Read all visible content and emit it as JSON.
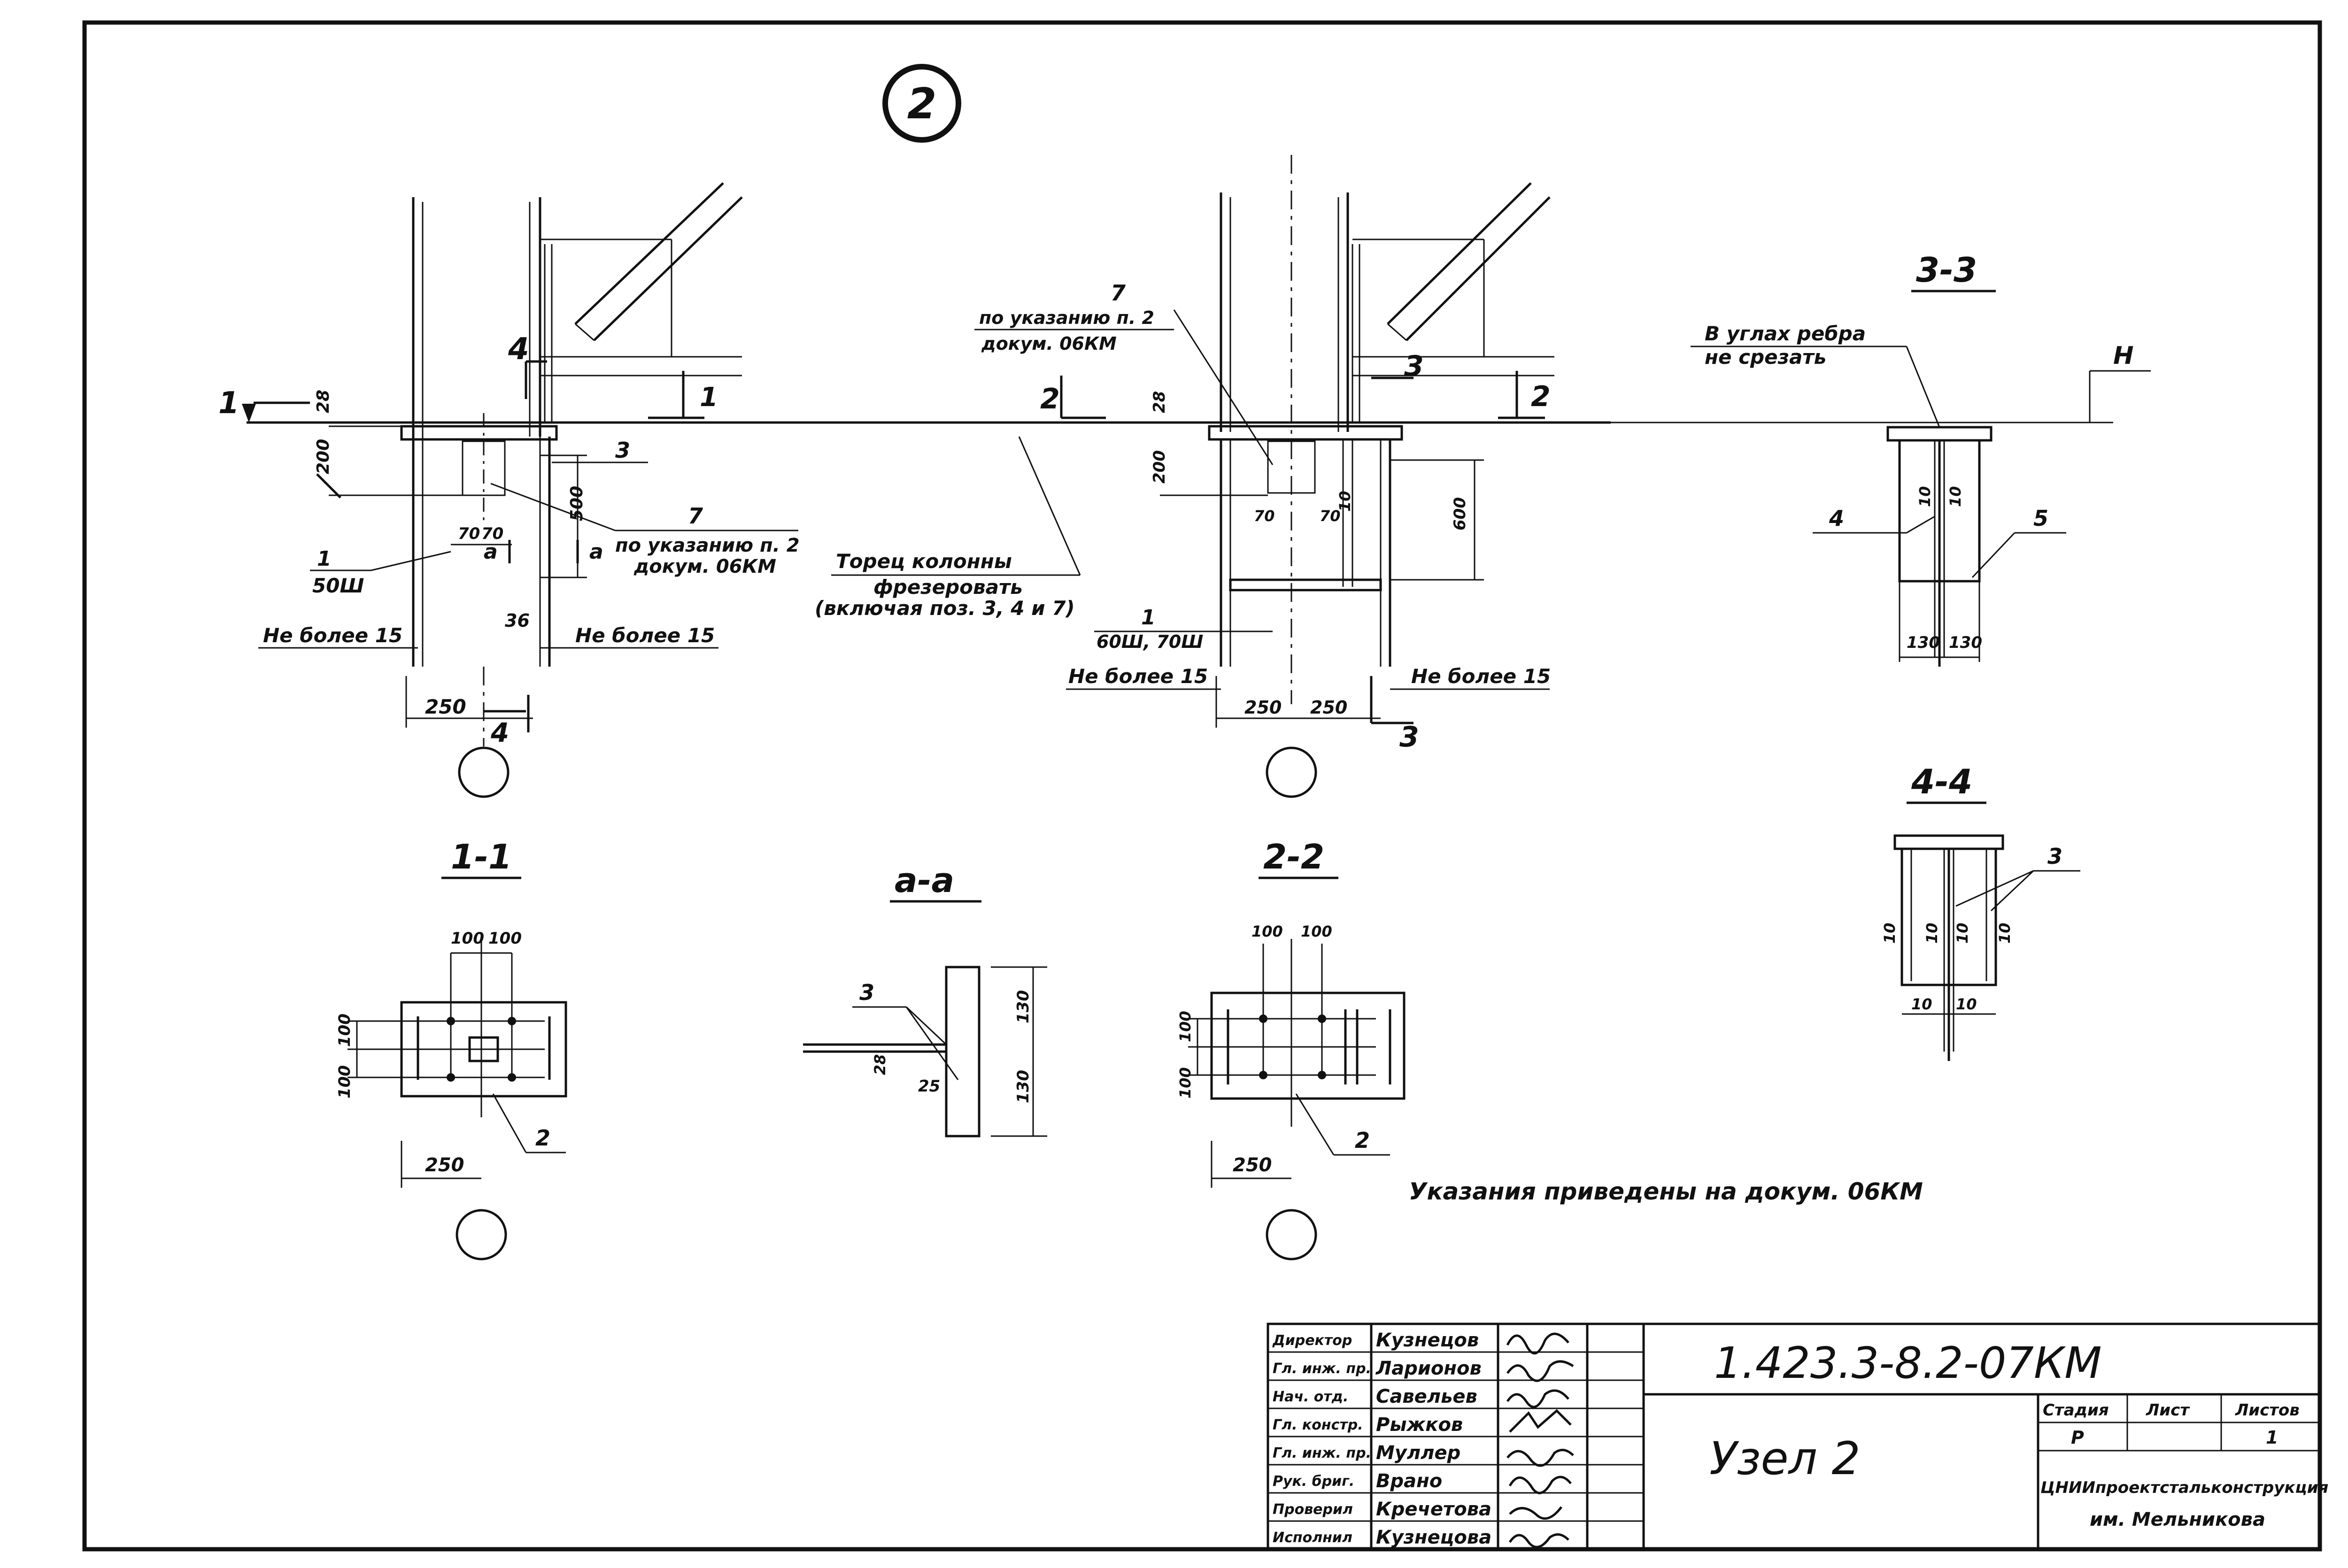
{
  "node_number": "2",
  "views": {
    "left_elevation": {
      "section_mark_1": "1",
      "section_mark_4_top": "4",
      "section_mark_4_bottom": "4",
      "section_mark_a_left": "а",
      "section_mark_a_right": "а",
      "callout_1_top": "1",
      "dim_28": "28",
      "dim_200": "200",
      "dim_500": "500",
      "dim_70a": "70",
      "dim_70b": "70",
      "dim_36": "36",
      "dim_250": "250",
      "pos_3": "3",
      "pos_7": "7",
      "note_7_line1": "по указанию п. 2",
      "note_7_line2": "докум. 06КМ",
      "pos_1": "1",
      "profile": "50Ш",
      "not_more_left": "Не более 15",
      "not_more_right": "Не более 15"
    },
    "center_elevation": {
      "pos_7": "7",
      "note_7_line1": "по указанию п. 2",
      "note_7_line2": "докум. 06КМ",
      "section_mark_2": "2",
      "section_mark_3": "3",
      "section_mark_2_right": "2",
      "section_mark_3_bottom": "3",
      "dim_28": "28",
      "dim_200": "200",
      "dim_70a": "70",
      "dim_70b": "70",
      "dim_10": "10",
      "dim_600": "600",
      "dim_250a": "250",
      "dim_250b": "250",
      "pos_1": "1",
      "profile": "60Ш, 70Ш",
      "not_more_left": "Не более 15",
      "not_more_right": "Не более 15",
      "milling_line1": "Торец колонны",
      "milling_line2": "фрезеровать",
      "milling_line3": "(включая поз. 3, 4 и 7)"
    },
    "section_3_3": {
      "title": "3-3",
      "note_line1": "В углах ребра",
      "note_line2": "не срезать",
      "mark_H": "Н",
      "pos_4": "4",
      "pos_5": "5",
      "dim_10a": "10",
      "dim_10b": "10",
      "dim_130a": "130",
      "dim_130b": "130"
    },
    "section_4_4": {
      "title": "4-4",
      "pos_3": "3",
      "dim_10a": "10",
      "dim_10b": "10",
      "dim_10c": "10",
      "dim_10d": "10",
      "dim_10e": "10",
      "dim_10f": "10"
    },
    "section_1_1": {
      "title": "1-1",
      "dim_100a": "100",
      "dim_100b": "100",
      "dim_100c": "100",
      "dim_100d": "100",
      "dim_250": "250",
      "pos_2": "2"
    },
    "section_a_a": {
      "title": "а-а",
      "pos_3": "3",
      "dim_130a": "130",
      "dim_130b": "130",
      "dim_28": "28",
      "dim_25": "25"
    },
    "section_2_2": {
      "title": "2-2",
      "dim_100a": "100",
      "dim_100b": "100",
      "dim_100c": "100",
      "dim_100d": "100",
      "dim_250": "250",
      "pos_2": "2"
    }
  },
  "note": "Указания приведены на докум. 06КМ",
  "title_block": {
    "roles": [
      "Директор",
      "Гл. инж. пр.",
      "Нач. отд.",
      "Гл. констр.",
      "Гл. инж. пр.",
      "Рук. бриг.",
      "Проверил",
      "Исполнил"
    ],
    "names": [
      "Кузнецов",
      "Ларионов",
      "Савельев",
      "Рыжков",
      "Муллер",
      "Врано",
      "Кречетова",
      "Кузнецова"
    ],
    "document_code": "1.423.3-8.2-07КМ",
    "sheet_title": "Узел 2",
    "stage_header": "Стадия",
    "sheet_header": "Лист",
    "sheets_header": "Листов",
    "stage_value": "Р",
    "sheet_value": "",
    "sheets_value": "1",
    "organization_line1": "ЦНИИпроектстальконструкция",
    "organization_line2": "им. Мельникова"
  }
}
